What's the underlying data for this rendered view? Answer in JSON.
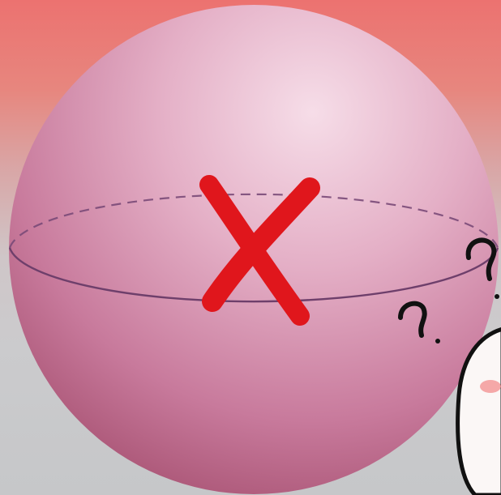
{
  "scene": {
    "background_top": "#ec7270",
    "background_bottom": "#c6c7c9",
    "sphere_light": "#f5dbe6",
    "sphere_mid": "#dc9bb9",
    "sphere_dark": "#a9506f",
    "equator_color": "#6e3f6b",
    "cross_mark": {
      "glyph": "X",
      "color": "#e0161c"
    },
    "question_marks": [
      "?",
      "?"
    ],
    "question_mark_color": "#111111",
    "icons": [
      "sphere-icon",
      "equator-ellipse",
      "red-cross-icon",
      "question-mark-icon",
      "cartoon-character-peek"
    ]
  }
}
